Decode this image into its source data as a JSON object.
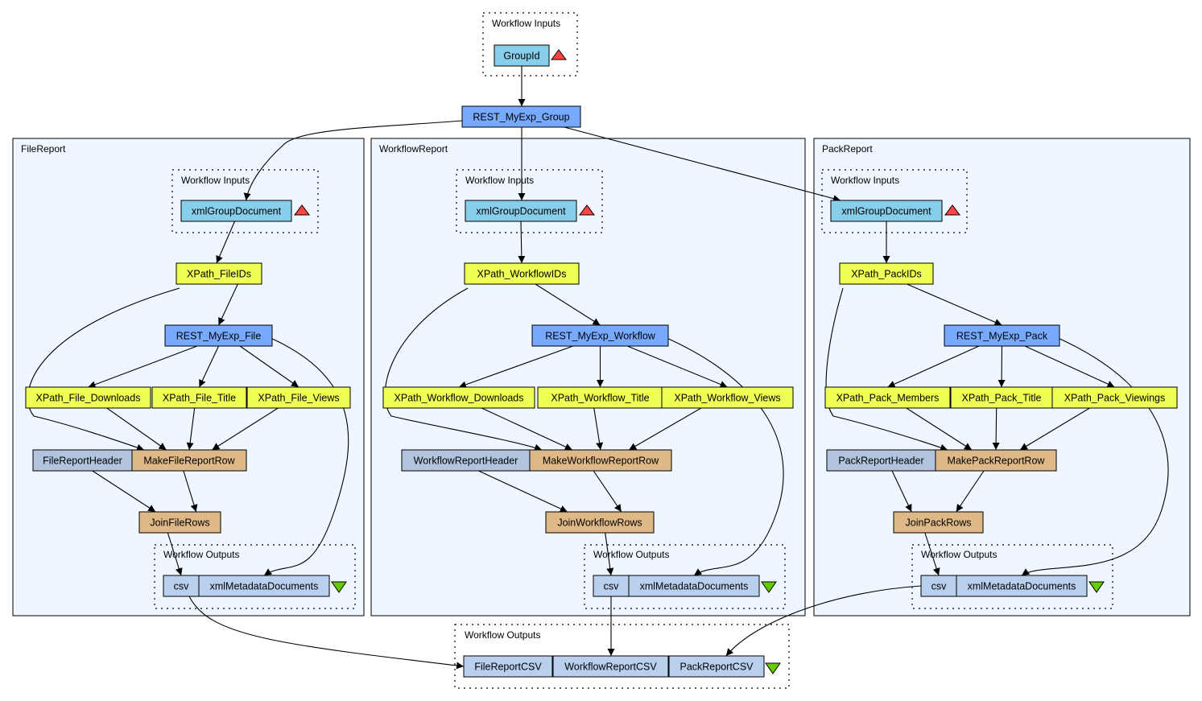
{
  "colors": {
    "input": "#87ceeb",
    "rest": "#77aaff",
    "xpath": "#eeff55",
    "beanshell": "#deb887",
    "constant": "#b0c4de",
    "output": "#b8cfee",
    "cluster_bg": "#eef6ff",
    "input_marker": "#ff4444",
    "output_marker": "#66cc00"
  },
  "top": {
    "inputs_label": "Workflow Inputs",
    "group_id": "GroupId",
    "rest_group": "REST_MyExp_Group",
    "outputs_label": "Workflow Outputs",
    "outputs": [
      "FileReportCSV",
      "WorkflowReportCSV",
      "PackReportCSV"
    ]
  },
  "clusters": [
    {
      "title": "FileReport",
      "inputs_label": "Workflow Inputs",
      "input": "xmlGroupDocument",
      "ids": "XPath_FileIDs",
      "rest": "REST_MyExp_File",
      "xpaths": [
        "XPath_File_Downloads",
        "XPath_File_Title",
        "XPath_File_Views"
      ],
      "header": "FileReportHeader",
      "row": "MakeFileReportRow",
      "join": "JoinFileRows",
      "outputs_label": "Workflow Outputs",
      "outputs": [
        "csv",
        "xmlMetadataDocuments"
      ]
    },
    {
      "title": "WorkflowReport",
      "inputs_label": "Workflow Inputs",
      "input": "xmlGroupDocument",
      "ids": "XPath_WorkflowIDs",
      "rest": "REST_MyExp_Workflow",
      "xpaths": [
        "XPath_Workflow_Downloads",
        "XPath_Workflow_Title",
        "XPath_Workflow_Views"
      ],
      "header": "WorkflowReportHeader",
      "row": "MakeWorkflowReportRow",
      "join": "JoinWorkflowRows",
      "outputs_label": "Workflow Outputs",
      "outputs": [
        "csv",
        "xmlMetadataDocuments"
      ]
    },
    {
      "title": "PackReport",
      "inputs_label": "Workflow Inputs",
      "input": "xmlGroupDocument",
      "ids": "XPath_PackIDs",
      "rest": "REST_MyExp_Pack",
      "xpaths": [
        "XPath_Pack_Members",
        "XPath_Pack_Title",
        "XPath_Pack_Viewings"
      ],
      "header": "PackReportHeader",
      "row": "MakePackReportRow",
      "join": "JoinPackRows",
      "outputs_label": "Workflow Outputs",
      "outputs": [
        "csv",
        "xmlMetadataDocuments"
      ]
    }
  ]
}
